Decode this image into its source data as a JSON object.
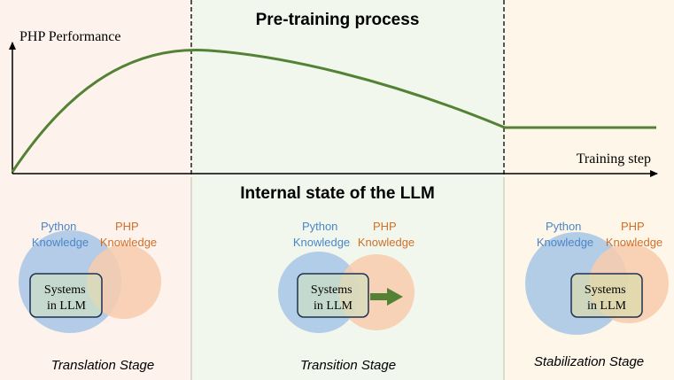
{
  "header": {
    "title": "Pre-training process",
    "section_title": "Internal state of the LLM"
  },
  "axes": {
    "ylabel": "PHP Performance",
    "xlabel": "Training step"
  },
  "curve": {
    "trend": [
      "rise",
      "peak",
      "decline",
      "plateau"
    ],
    "color": "#548235"
  },
  "colors": {
    "stage1_bg": "#fdf2ec",
    "stage2_bg": "#f1f7ec",
    "stage3_bg": "#fef6e8",
    "python": "#4a86c8",
    "php": "#d06f27",
    "python_circle": "#a7c6e6",
    "php_circle": "#f8cbad",
    "arrow": "#548235"
  },
  "stages": [
    {
      "name": "Translation Stage",
      "python_label": [
        "Python",
        "Knowledge"
      ],
      "php_label": [
        "PHP",
        "Knowledge"
      ],
      "box_label": [
        "Systems",
        "in LLM"
      ],
      "box_in": "python"
    },
    {
      "name": "Transition Stage",
      "python_label": [
        "Python",
        "Knowledge"
      ],
      "php_label": [
        "PHP",
        "Knowledge"
      ],
      "box_label": [
        "Systems",
        "in LLM"
      ],
      "box_in": "overlap",
      "arrow": "right"
    },
    {
      "name": "Stabilization Stage",
      "python_label": [
        "Python",
        "Knowledge"
      ],
      "php_label": [
        "PHP",
        "Knowledge"
      ],
      "box_label": [
        "Systems",
        "in LLM"
      ],
      "box_in": "php"
    }
  ]
}
